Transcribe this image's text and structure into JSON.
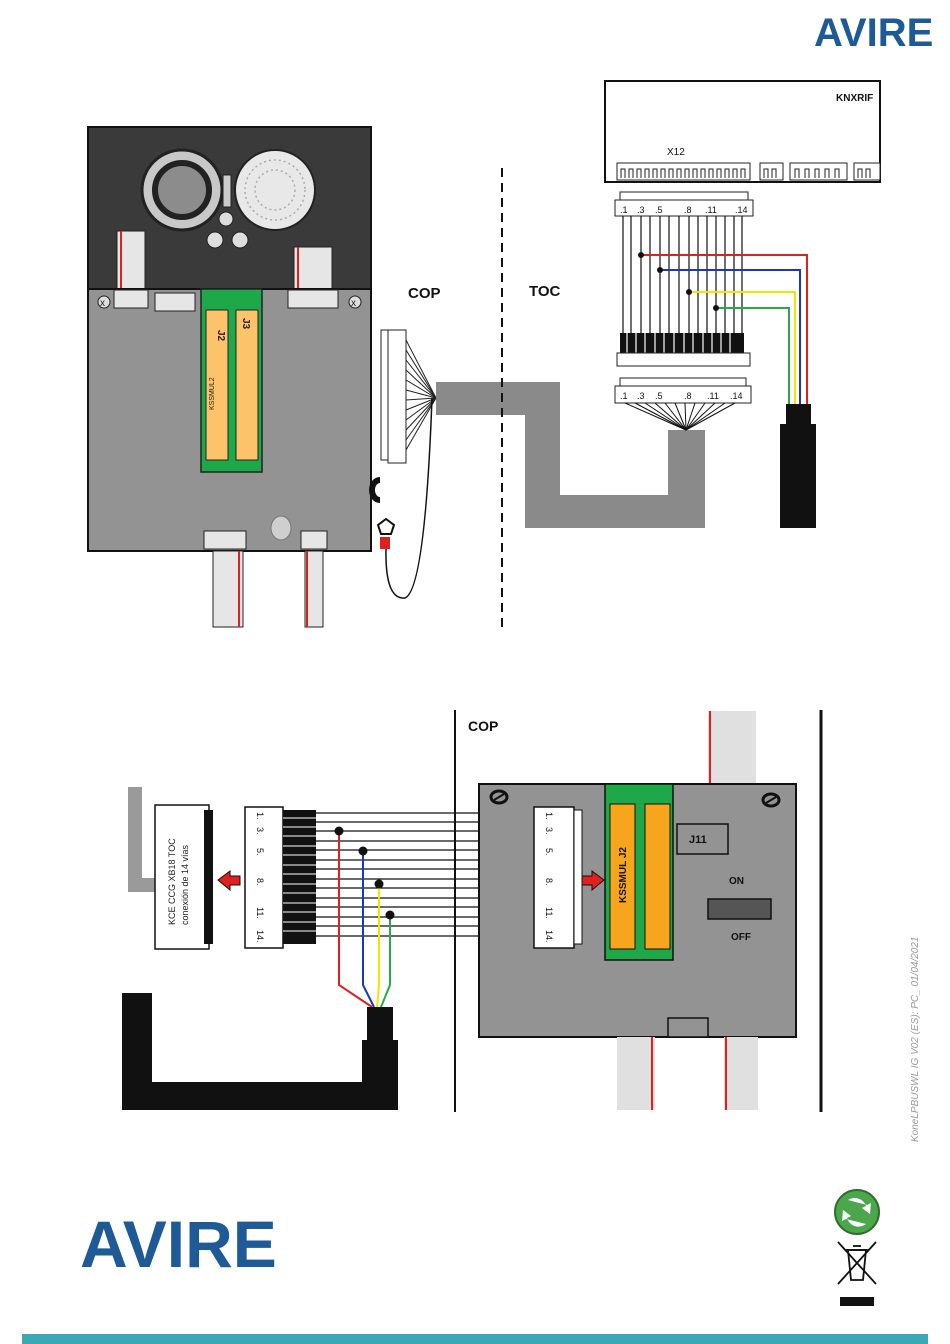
{
  "brand": {
    "logo_text": "AVIRE",
    "color": "#1d5a96",
    "footer_bar_color": "#3aa9b5"
  },
  "top_diagram": {
    "label_cop": "COP",
    "label_toc": "TOC",
    "board_label": "KNXRIF",
    "connector_label": "X12",
    "pins_top": [
      ".1",
      ".3",
      ".5",
      ".8",
      ".11",
      ".14"
    ],
    "pins_bottom": [
      ".1",
      ".3",
      ".5",
      ".8",
      ".11",
      ".14"
    ],
    "module_label": "KSSMUL2",
    "slot_j2": "J2",
    "slot_j3": "J3"
  },
  "bottom_diagram": {
    "label_cop": "COP",
    "toc_connector_line1": "KCE CCG XB18 TOC",
    "toc_connector_line2": "conexión de 14 vías",
    "pins_left": [
      "1.",
      "3.",
      "5.",
      "8.",
      "11.",
      "14."
    ],
    "pins_right": [
      "1.",
      "3.",
      "5.",
      "8.",
      "11.",
      "14."
    ],
    "module_label": "KSSMUL J2",
    "j11_label": "J11",
    "switch_on": "ON",
    "switch_off": "OFF"
  },
  "document_code": "KoneLPBUSWL IG V02 (ES): PC_ 01/04/2021",
  "colors": {
    "wire_red": "#e0201c",
    "wire_blue": "#1a36c8",
    "wire_yellow": "#f2e600",
    "wire_green": "#2aa84a",
    "board_grey": "#939393",
    "module_green": "#1fa84a",
    "slot_orange": "#f7a51c"
  }
}
